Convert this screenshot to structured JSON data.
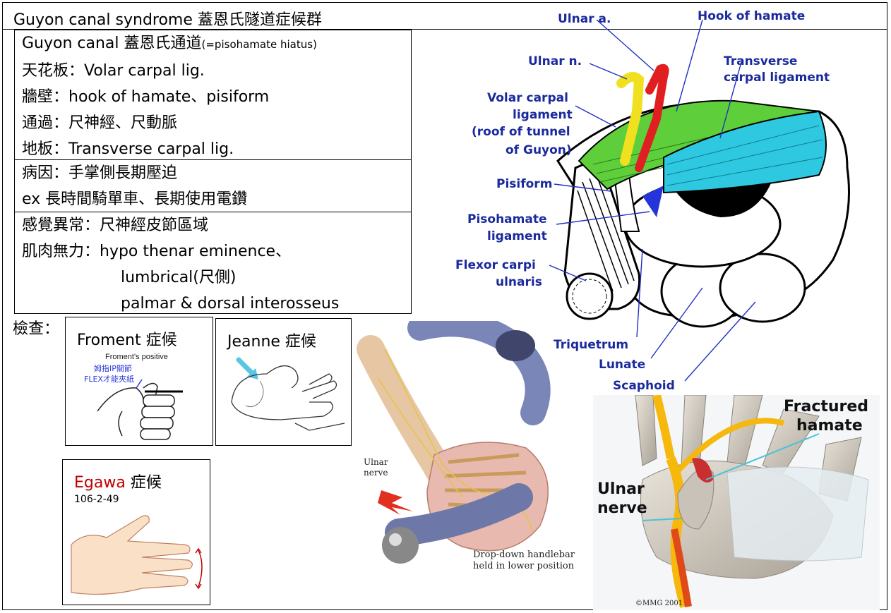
{
  "title": "Guyon canal syndrome 蓋恩氏隧道症候群",
  "notes": {
    "anatomy": {
      "heading_main": "Guyon canal 蓋恩氏通道",
      "heading_sub": "(=pisohamate hiatus)",
      "roof": "天花板：Volar carpal lig.",
      "walls": "牆壁：hook of hamate、pisiform",
      "passing": "通過：尺神經、尺動脈",
      "floor": "地板：Transverse carpal lig."
    },
    "etiology": {
      "cause": "病因：手掌側長期壓迫",
      "example": "ex 長時間騎單車、長期使用電鑽"
    },
    "symptoms": {
      "sensory": "感覺異常：尺神經皮節區域",
      "motor_1": "肌肉無力：hypo thenar eminence、",
      "motor_2": "lumbrical(尺側)",
      "motor_3": "palmar & dorsal interosseus"
    }
  },
  "exam": {
    "label": "檢查：",
    "froment": {
      "title": "Froment 症候",
      "caption": "Froment's positive",
      "note_1": "姆指IP關節",
      "note_2": "FLEX才能夾紙"
    },
    "jeanne": {
      "title": "Jeanne 症候"
    },
    "egawa": {
      "title_red": "Egawa",
      "title_rest": " 症候",
      "code": "106-2-49"
    }
  },
  "anatomy_figure": {
    "labels": {
      "ulnar_a": "Ulnar a.",
      "hook": "Hook of hamate",
      "ulnar_n": "Ulnar n.",
      "tcl_1": "Transverse",
      "tcl_2": "carpal ligament",
      "vcl_1": "Volar carpal",
      "vcl_2": "ligament",
      "vcl_3": "(roof of tunnel",
      "vcl_4": "of Guyon)",
      "pisiform": "Pisiform",
      "pisohamate_1": "Pisohamate",
      "pisohamate_2": "ligament",
      "fcu_1": "Flexor carpi",
      "fcu_2": "ulnaris",
      "triquetrum": "Triquetrum",
      "lunate": "Lunate",
      "scaphoid": "Scaphoid"
    },
    "colors": {
      "ligament_green": "#5ecf3a",
      "ligament_cyan": "#2ec8e0",
      "artery": "#e02020",
      "nerve": "#f0e020"
    }
  },
  "bike_figure": {
    "ulnar_nerve_1": "Ulnar",
    "ulnar_nerve_2": "nerve",
    "caption_1": "Drop-down handlebar",
    "caption_2": "held in lower position"
  },
  "hamate_figure": {
    "fractured_1": "Fractured",
    "fractured_2": "hamate",
    "ulnar_1": "Ulnar",
    "ulnar_2": "nerve",
    "copyright": "©MMG 2001"
  }
}
